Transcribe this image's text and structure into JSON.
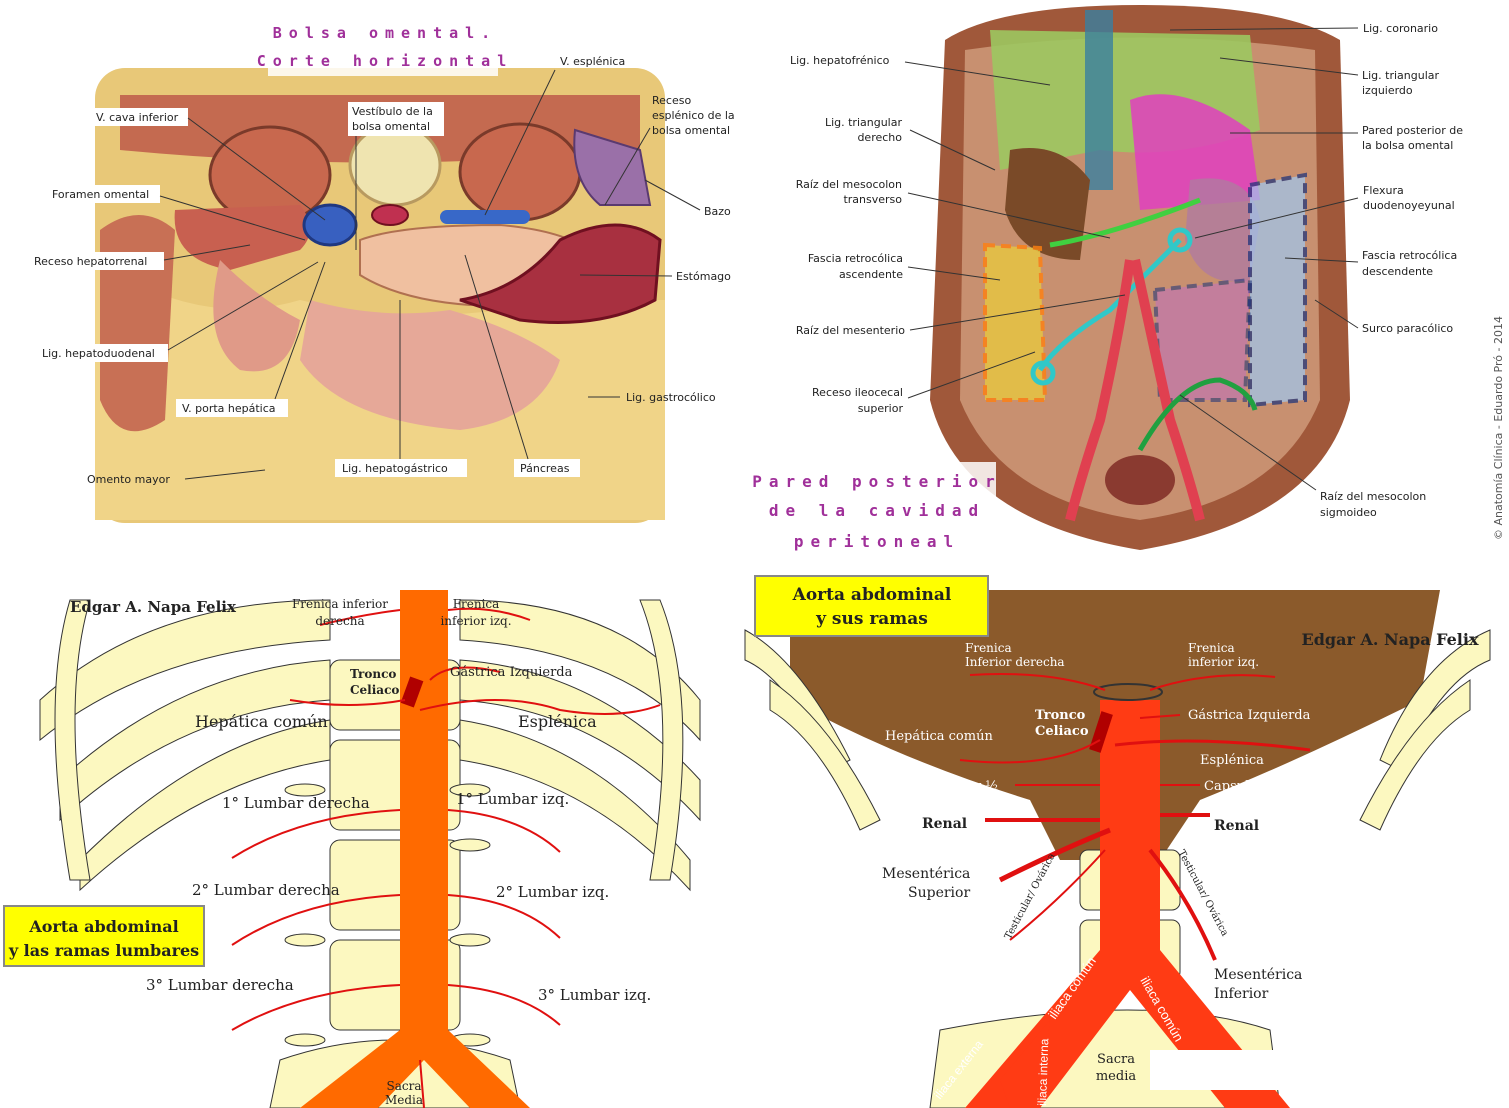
{
  "panel_tl": {
    "title_line1": "Bolsa omental.",
    "title_line2": "Corte horizontal",
    "labels": {
      "v_cava": "V. cava inferior",
      "vestibulo_1": "Vestíbulo de la",
      "vestibulo_2": "bolsa omental",
      "v_esplenica": "V. esplénica",
      "receso_1": "Receso",
      "receso_2": "esplénico de la",
      "receso_3": "bolsa omental",
      "bazo": "Bazo",
      "foramen": "Foramen omental",
      "receso_hepatorrenal": "Receso hepatorrenal",
      "estomago": "Estómago",
      "lig_hepatoduodenal": "Lig. hepatoduodenal",
      "v_porta": "V. porta hepática",
      "lig_gastrocolico": "Lig. gastrocólico",
      "omento": "Omento mayor",
      "lig_hepatogastrico": "Lig. hepatogástrico",
      "pancreas": "Páncreas"
    }
  },
  "panel_tr": {
    "title_line1": "Pared posterior",
    "title_line2": "de la cavidad",
    "title_line3": "peritoneal",
    "copyright": "© Anatomía Clínica - Eduardo Pró - 2014",
    "labels": {
      "lig_coronario": "Lig. coronario",
      "lig_hepatofrenico": "Lig. hepatofrénico",
      "lig_tri_izq_1": "Lig. triangular",
      "lig_tri_izq_2": "izquierdo",
      "lig_tri_der_1": "Lig. triangular",
      "lig_tri_der_2": "derecho",
      "pared_post_1": "Pared posterior de",
      "pared_post_2": "la bolsa omental",
      "raiz_meso_1": "Raíz del mesocolon",
      "raiz_meso_2": "transverso",
      "flexura_1": "Flexura",
      "flexura_2": "duodenoyeyunal",
      "fascia_asc_1": "Fascia retrocólica",
      "fascia_asc_2": "ascendente",
      "fascia_desc_1": "Fascia retrocólica",
      "fascia_desc_2": "descendente",
      "raiz_mesenterio": "Raíz del mesenterio",
      "surco": "Surco paracólico",
      "receso_ileo_1": "Receso ileocecal",
      "receso_ileo_2": "superior",
      "raiz_sig_1": "Raíz del mesocolon",
      "raiz_sig_2": "sigmoideo"
    }
  },
  "panel_bl": {
    "author": "Edgar A. Napa Felix",
    "box_line1": "Aorta abdominal",
    "box_line2": "y las ramas lumbares",
    "labels": {
      "frenica_der_1": "Frenica inferior",
      "frenica_der_2": "derecha",
      "frenica_izq_1": "Frenica",
      "frenica_izq_2": "inferior izq.",
      "tronco_1": "Tronco",
      "tronco_2": "Celiaco",
      "gastrica": "Gástrica Izquierda",
      "hepatica": "Hepática común",
      "esplenica": "Esplénica",
      "lumbar1_der": "1° Lumbar derecha",
      "lumbar1_izq": "1° Lumbar izq.",
      "lumbar2_der": "2° Lumbar derecha",
      "lumbar2_izq": "2° Lumbar izq.",
      "lumbar3_der": "3° Lumbar derecha",
      "lumbar3_izq": "3° Lumbar izq.",
      "sacra_1": "Sacra",
      "sacra_2": "Media"
    }
  },
  "panel_br": {
    "author": "Edgar A. Napa Felix",
    "box_line1": "Aorta abdominal",
    "box_line2": "y sus ramas",
    "labels": {
      "frenica_der_1": "Frenica",
      "frenica_der_2": "Inferior derecha",
      "frenica_izq_1": "Frenica",
      "frenica_izq_2": "inferior izq.",
      "tronco_1": "Tronco",
      "tronco_2": "Celiaco",
      "gastrica": "Gástrica Izquierda",
      "hepatica": "Hepática común",
      "esplenica": "Esplénica",
      "capsular_der": "Capsular ½",
      "capsular_izq": "Capsular ½",
      "renal_der": "Renal",
      "renal_izq": "Renal",
      "mes_sup_1": "Mesentérica",
      "mes_sup_2": "Superior",
      "testicular_der": "Testicular/ Ovárica",
      "testicular_izq": "Testicular/ Ovárica",
      "mes_inf_1": "Mesentérica",
      "mes_inf_2": "Inferior",
      "iliaca_comun_der": "iliaca común",
      "iliaca_comun_izq": "iliaca común",
      "iliaca_externa": "iliaca externa",
      "iliaca_interna": "iliaca interna",
      "sacra_1": "Sacra",
      "sacra_2": "media"
    }
  },
  "colors": {
    "aorta": "#ff6a00",
    "artery_br": "#ff3b14",
    "branch": "#e01010",
    "bone": "#fcf8c0",
    "muscle_brown": "#8b5a2b",
    "yellow_box": "#ffff00",
    "title_purple": "#a0309a"
  }
}
